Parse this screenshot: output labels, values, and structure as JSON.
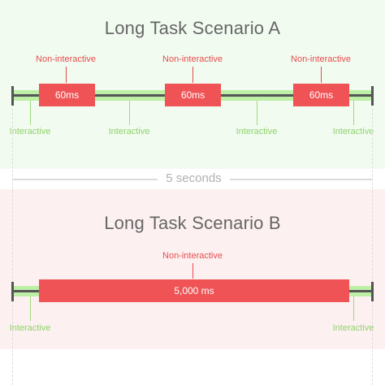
{
  "colors": {
    "scenario_a_bg": "#f1fbf0",
    "scenario_b_bg": "#fdf0f0",
    "interactive": "#bdf0a6",
    "interactive_text": "#8fd36b",
    "blocking": "#ef5355",
    "baseline": "#555555",
    "divider": "#dcdcdc",
    "title_text": "#666666"
  },
  "scenario_a": {
    "title": "Long Task Scenario A",
    "tasks": [
      {
        "label": "60ms",
        "annotation": "Non-interactive"
      },
      {
        "label": "60ms",
        "annotation": "Non-interactive"
      },
      {
        "label": "60ms",
        "annotation": "Non-interactive"
      }
    ],
    "interactive_labels": [
      "Interactive",
      "Interactive",
      "Interactive",
      "Interactive"
    ]
  },
  "timeline": {
    "duration_label": "5 seconds"
  },
  "scenario_b": {
    "title": "Long Task Scenario B",
    "task": {
      "label": "5,000 ms",
      "annotation": "Non-interactive"
    },
    "interactive_labels": [
      "Interactive",
      "Interactive"
    ]
  }
}
